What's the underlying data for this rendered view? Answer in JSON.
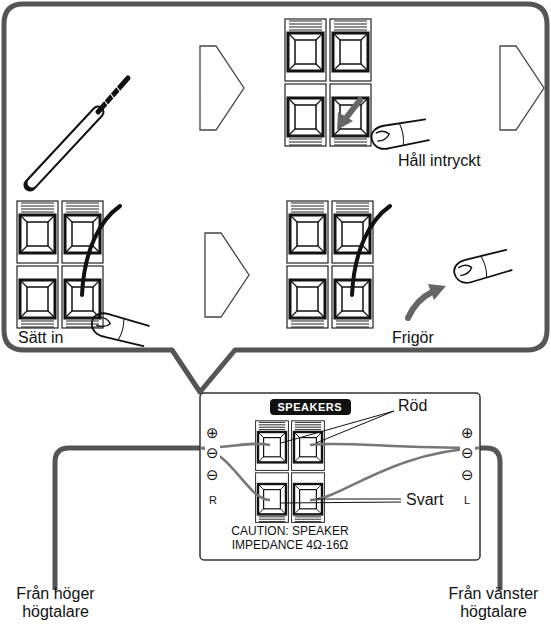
{
  "diagram": {
    "nodes": [
      {
        "text": [
          "SPEAKERS"
        ]
      }
    ],
    "labels": [
      "Håll intryckt",
      "Sätt in",
      "Frigör",
      "Röd",
      "⊕",
      "⊖",
      "⊖",
      "R",
      "⊕",
      "⊖",
      "⊖",
      "L",
      "Svart",
      "CAUTION: SPEAKER IMPEDANCE 4Ω-16Ω",
      "Från höger högtalare",
      "Från vänster högtalare"
    ]
  }
}
